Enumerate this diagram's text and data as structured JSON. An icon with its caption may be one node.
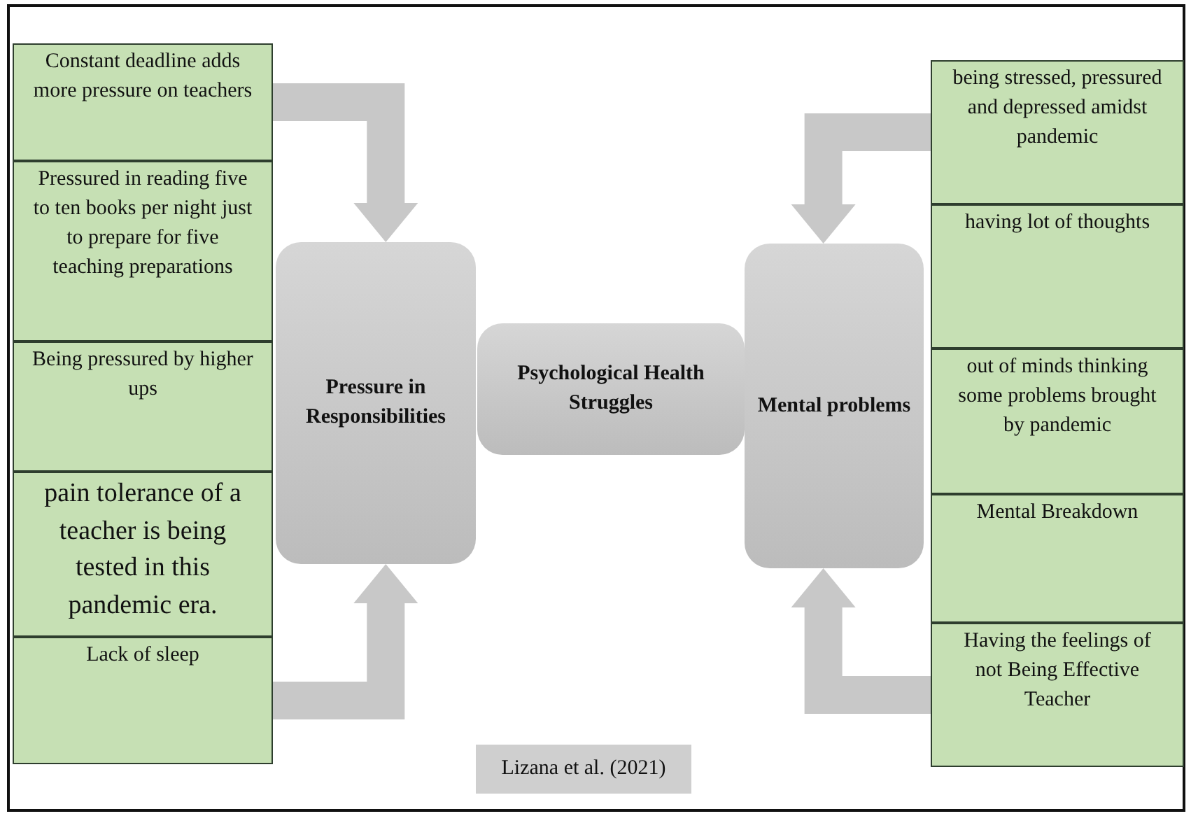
{
  "diagram": {
    "nodes": [
      {
        "text": [
          "Constant deadline adds more pressure on teachers"
        ]
      },
      {
        "text": [
          "Pressured in reading five to ten books per night just to prepare for five teaching preparations"
        ]
      },
      {
        "text": [
          "Being pressured by higher ups"
        ]
      },
      {
        "text": [
          "pain tolerance of a teacher is being tested in this pandemic era."
        ]
      },
      {
        "text": [
          "Lack of sleep"
        ]
      },
      {
        "text": [
          "Pressure in Responsibilities"
        ]
      },
      {
        "text": [
          "Psychological Health Struggles"
        ]
      },
      {
        "text": [
          "Mental problems"
        ]
      },
      {
        "text": [
          "being stressed, pressured and depressed amidst pandemic"
        ]
      },
      {
        "text": [
          "having lot of thoughts"
        ]
      },
      {
        "text": [
          "out of minds thinking some problems brought by pandemic"
        ]
      },
      {
        "text": [
          "Mental Breakdown"
        ]
      },
      {
        "text": [
          "Having the feelings of not Being Effective Teacher"
        ]
      },
      {
        "text": [
          "Lizana et al. (2021)"
        ]
      }
    ],
    "edges": [
      {
        "from": 0,
        "to": 5,
        "arrow": "to"
      },
      {
        "from": 4,
        "to": 5,
        "arrow": "to"
      },
      {
        "from": 8,
        "to": 7,
        "arrow": "to"
      },
      {
        "from": 12,
        "to": 7,
        "arrow": "to"
      }
    ]
  }
}
